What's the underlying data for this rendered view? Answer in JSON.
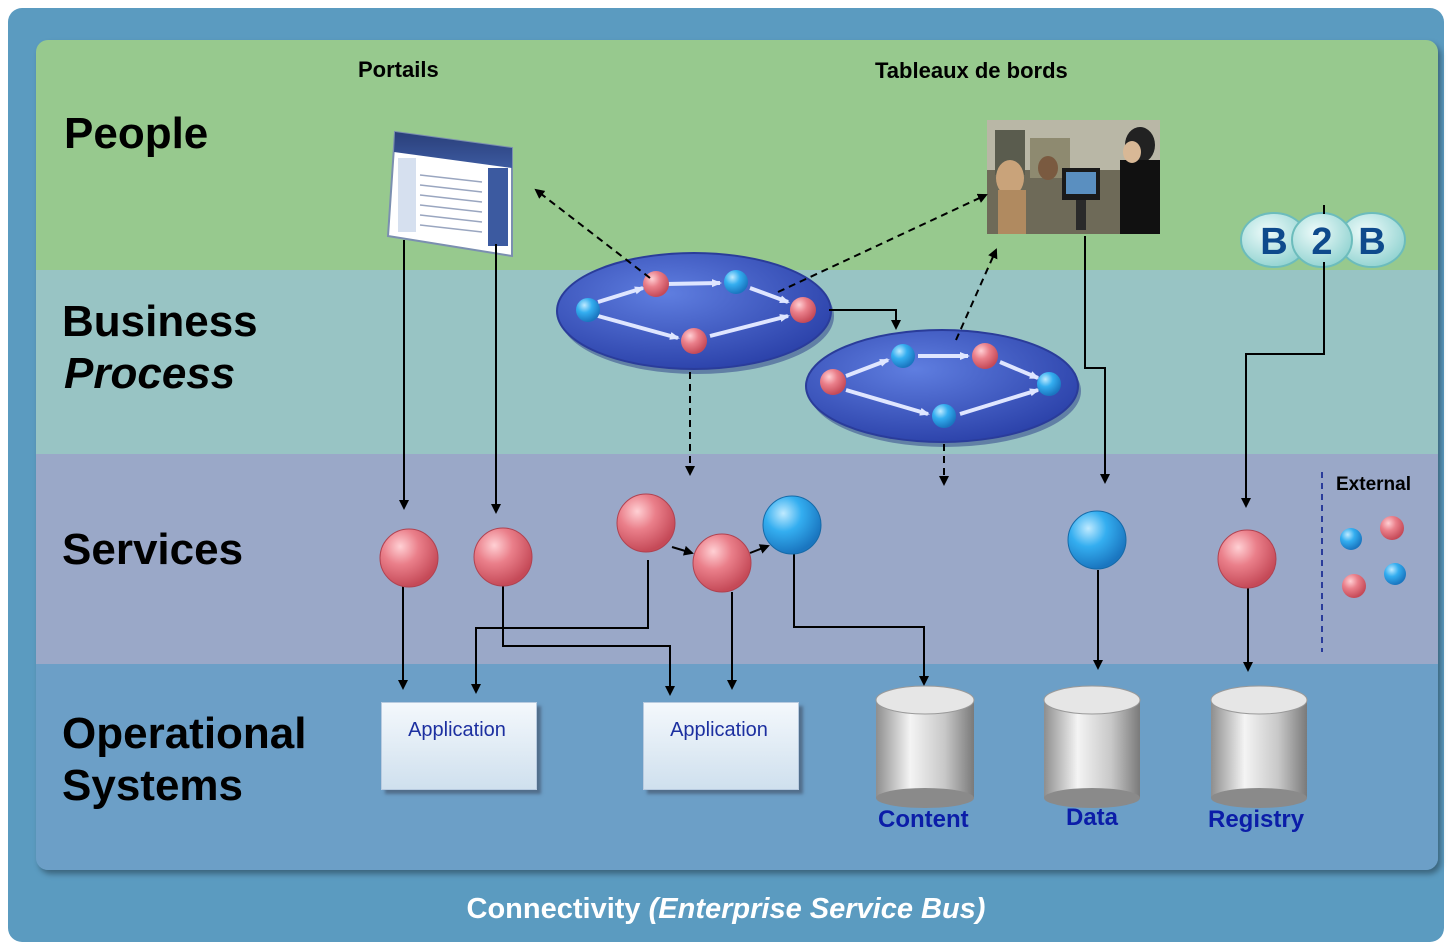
{
  "layers": {
    "people": "People",
    "business_line1": "Business",
    "business_line2": "Process",
    "services": "Services",
    "operational_line1": "Operational",
    "operational_line2": "Systems"
  },
  "headers": {
    "portals": "Portails",
    "dashboards": "Tableaux de bords"
  },
  "b2b": {
    "letter1": "B",
    "letter2": "2",
    "letter3": "B"
  },
  "external_label": "External",
  "applications": [
    "Application",
    "Application"
  ],
  "databases": [
    "Content",
    "Data",
    "Registry"
  ],
  "footer": {
    "main": "Connectivity",
    "sub": "(Enterprise Service Bus)"
  },
  "colors": {
    "pink_service": "#e0707c",
    "blue_service": "#2aa0e0",
    "process_ellipse": "#3550b8"
  }
}
